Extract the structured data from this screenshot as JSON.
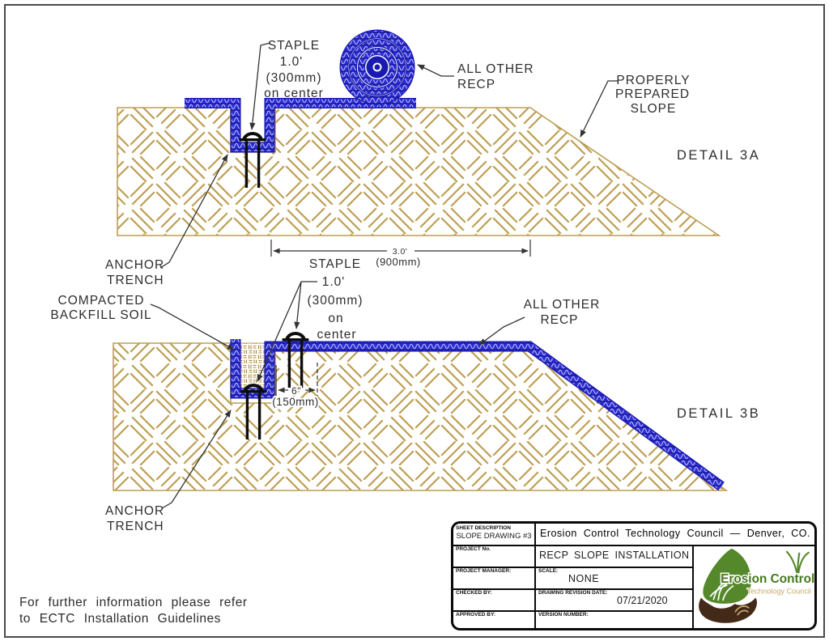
{
  "footer": {
    "line1": "For further information please refer",
    "line2": "to ECTC Installation Guidelines"
  },
  "d3a": {
    "title": "DETAIL 3A",
    "staple": {
      "l1": "STAPLE",
      "l2": "1.0'",
      "l3": "(300mm)",
      "l4": "on center"
    },
    "recp": {
      "l1": "ALL OTHER",
      "l2": "RECP"
    },
    "slope": {
      "l1": "PROPERLY",
      "l2": "PREPARED",
      "l3": "SLOPE"
    },
    "anchor": {
      "l1": "ANCHOR",
      "l2": "TRENCH"
    },
    "dim": {
      "ft": "3.0'",
      "mm": "(900mm)"
    }
  },
  "d3b": {
    "title": "DETAIL 3B",
    "staple": {
      "l1": "STAPLE",
      "l2": "1.0'",
      "l3": "(300mm)",
      "l4": "on",
      "l5": "center"
    },
    "backfill": {
      "l1": "COMPACTED",
      "l2": "BACKFILL SOIL"
    },
    "anchor": {
      "l1": "ANCHOR",
      "l2": "TRENCH"
    },
    "recp": {
      "l1": "ALL OTHER",
      "l2": "RECP"
    },
    "dim": {
      "inch": "6\"",
      "mm": "(150mm)"
    }
  },
  "title_block": {
    "sheet_description_label": "SHEET DESCRIPTION",
    "sheet_description_value": "SLOPE DRAWING #3",
    "org_line": "Erosion Control Technology Council — Denver, CO.",
    "project_no_label": "PROJECT No.",
    "drawing_title": "RECP SLOPE INSTALLATION",
    "project_manager_label": "PROJECT MANAGER:",
    "scale_label": "SCALE:",
    "scale_value": "NONE",
    "checked_by_label": "CHECKED BY:",
    "revision_date_label": "DRAWING REVISION DATE:",
    "revision_date_value": "07/21/2020",
    "approved_by_label": "APPROVED BY:",
    "version_label": "VERSION NUMBER:"
  },
  "logo": {
    "name": "Erosion Control",
    "sub": "Technology Council"
  },
  "colors": {
    "recp_blue": "#2c2cd0",
    "recp_blue_dark": "#1a1ab2",
    "soil_tan": "#bd9f54",
    "logo_green": "#55882b",
    "logo_brown": "#432918",
    "logo_tan": "#c9a96a"
  }
}
